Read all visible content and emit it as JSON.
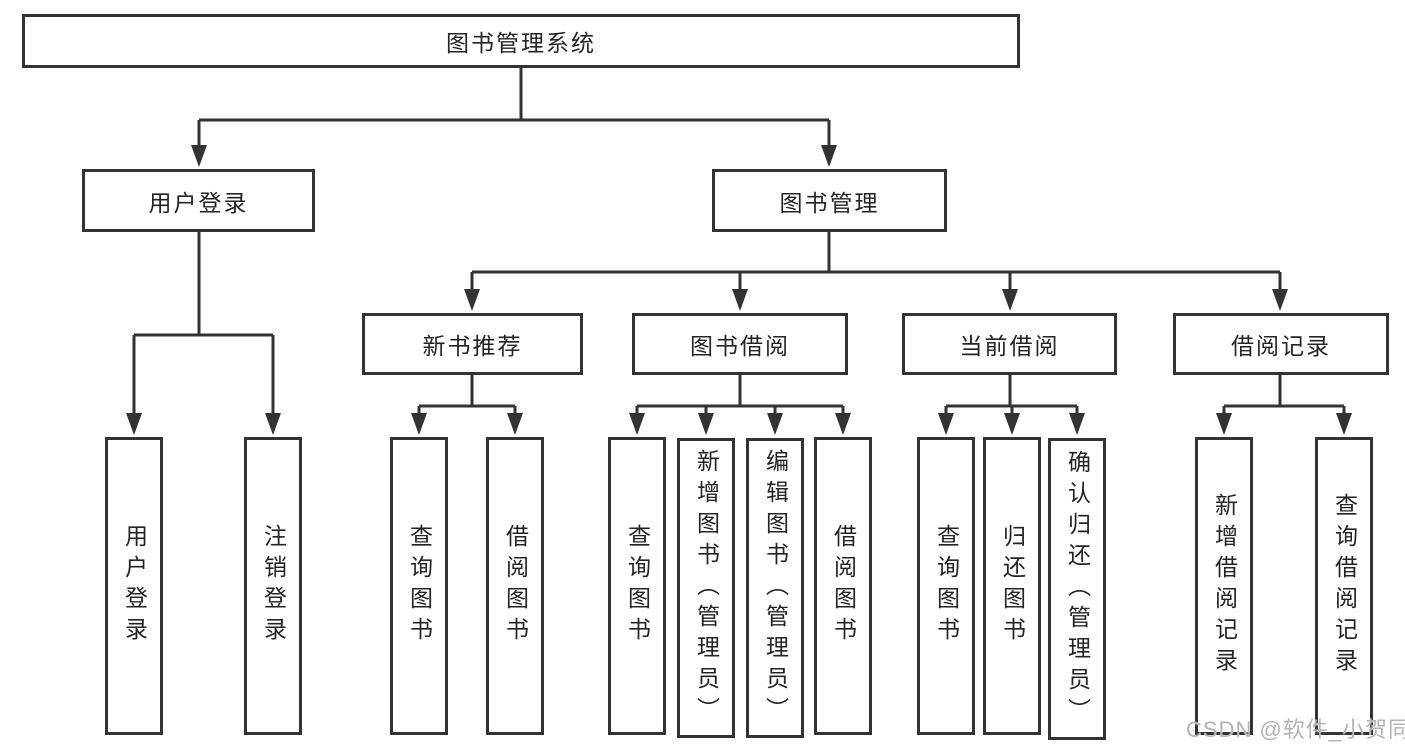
{
  "diagram": {
    "type": "tree",
    "colors": {
      "line": "#333333",
      "box_border": "#333333",
      "text": "#242424",
      "background": "#ffffff",
      "watermark": "#b3b3b3"
    },
    "tree": {
      "label": "图书管理系统",
      "children": [
        {
          "label": "用户登录",
          "children": [
            {
              "label": "用户登录"
            },
            {
              "label": "注销登录"
            }
          ]
        },
        {
          "label": "图书管理",
          "children": [
            {
              "label": "新书推荐",
              "children": [
                {
                  "label": "查询图书"
                },
                {
                  "label": "借阅图书"
                }
              ]
            },
            {
              "label": "图书借阅",
              "children": [
                {
                  "label": "查询图书"
                },
                {
                  "label": "新增图书（管理员）"
                },
                {
                  "label": "编辑图书（管理员）"
                },
                {
                  "label": "借阅图书"
                }
              ]
            },
            {
              "label": "当前借阅",
              "children": [
                {
                  "label": "查询图书"
                },
                {
                  "label": "归还图书"
                },
                {
                  "label": "确认归还（管理员）"
                }
              ]
            },
            {
              "label": "借阅记录",
              "children": [
                {
                  "label": "新增借阅记录"
                },
                {
                  "label": "查询借阅记录"
                }
              ]
            }
          ]
        }
      ]
    },
    "watermark": "CSDN @软件_小贺同学"
  }
}
